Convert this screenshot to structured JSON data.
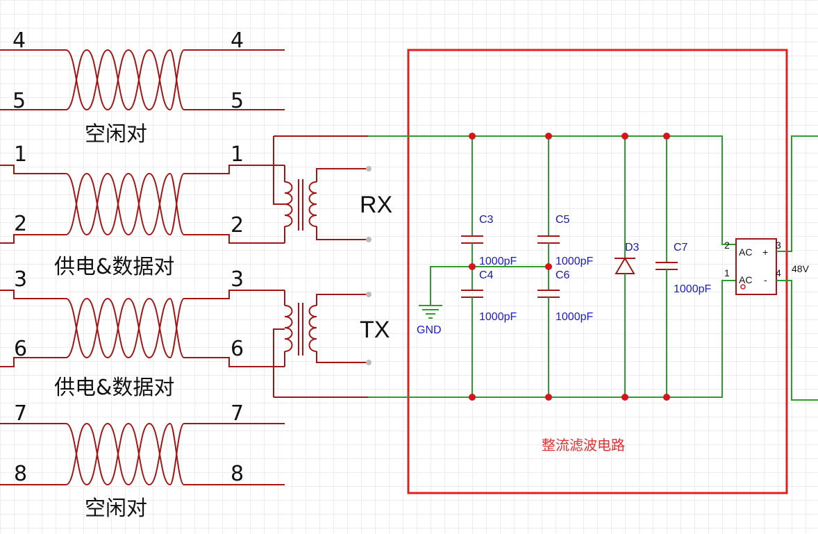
{
  "pairs": [
    {
      "pins": [
        "4",
        "5"
      ],
      "label": "空闲对"
    },
    {
      "pins": [
        "1",
        "2"
      ],
      "label": "供电&数据对"
    },
    {
      "pins": [
        "3",
        "6"
      ],
      "label": "供电&数据对"
    },
    {
      "pins": [
        "7",
        "8"
      ],
      "label": "空闲对"
    }
  ],
  "transformer_labels": {
    "rx": "RX",
    "tx": "TX"
  },
  "rectifier_box": {
    "title": "整流滤波电路"
  },
  "capacitors": [
    {
      "ref": "C3",
      "value": "1000pF"
    },
    {
      "ref": "C4",
      "value": "1000pF"
    },
    {
      "ref": "C5",
      "value": "1000pF"
    },
    {
      "ref": "C6",
      "value": "1000pF"
    },
    {
      "ref": "C7",
      "value": "1000pF"
    }
  ],
  "diode": {
    "ref": "D3"
  },
  "ground": {
    "label": "GND"
  },
  "bridge": {
    "pin_top_left": "2",
    "pin_bottom_left": "1",
    "pin_top_right": "3",
    "pin_bottom_right": "4",
    "label_top": "AC",
    "label_bottom": "AC",
    "plus": "+",
    "minus": "-",
    "output_label": "48V"
  },
  "colors": {
    "wire_red": "#a31515",
    "wire_green": "#2e9b2e",
    "box_red": "#e02020",
    "junction": "#d6151b",
    "ref_blue": "#1a1acc"
  }
}
